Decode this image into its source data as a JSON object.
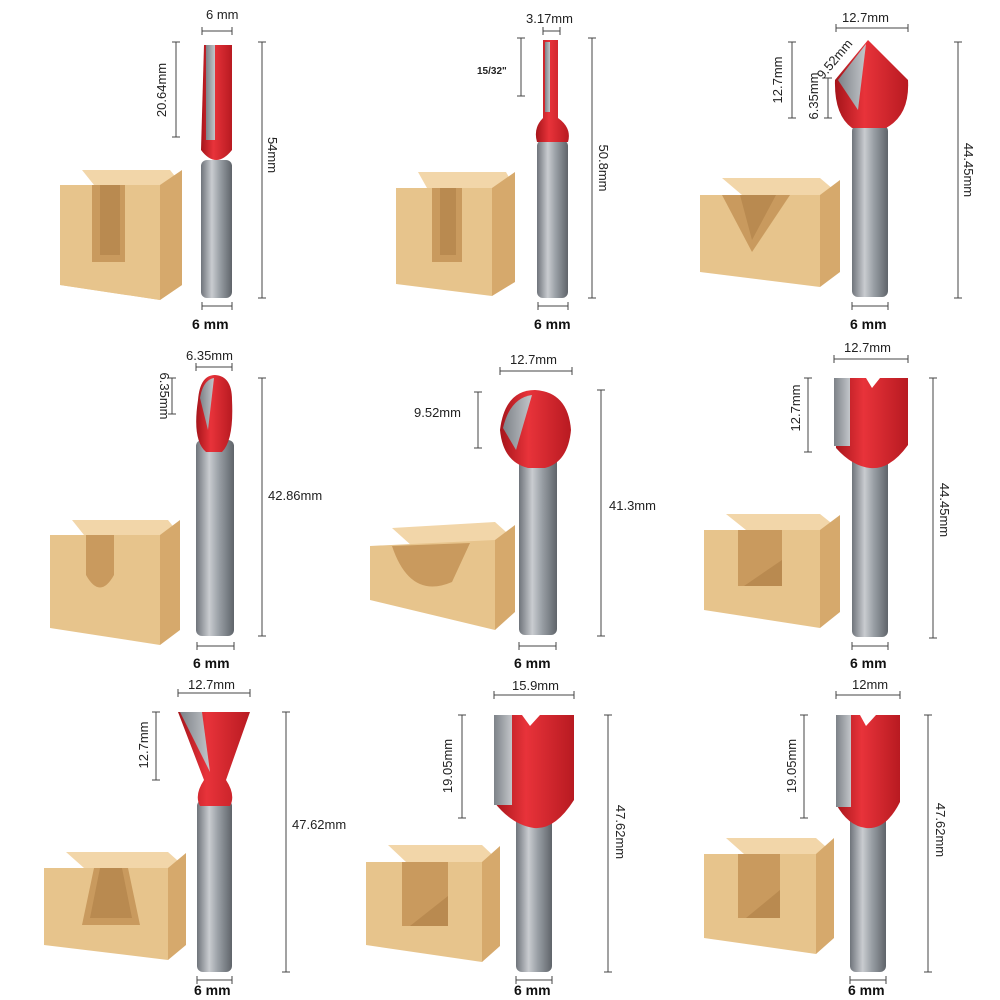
{
  "colors": {
    "background": "#ffffff",
    "cutter_red": "#d9232a",
    "shank_gray": "#8a8f96",
    "carbide_gray": "#9aa0a6",
    "wood_light": "#edcf9f",
    "wood_mid": "#dfb77e",
    "wood_dark": "#c99a5e",
    "dimension_line": "#444444"
  },
  "bits": [
    {
      "name": "straight-bit-6mm",
      "labels": {
        "width": "6 mm",
        "cut_height": "20.64mm",
        "total_length": "54mm",
        "shank": "6 mm"
      }
    },
    {
      "name": "straight-bit-3.17mm",
      "labels": {
        "width": "3.17mm",
        "cut_height": "15/32\"",
        "total_length": "50.8mm",
        "shank": "6 mm"
      }
    },
    {
      "name": "v-groove-bit",
      "labels": {
        "width": "12.7mm",
        "cut_height": "12.7mm",
        "extra_a": "9.52mm",
        "extra_b": "6.35mm",
        "total_length": "44.45mm",
        "shank": "6 mm"
      }
    },
    {
      "name": "core-box-bit-6.35mm",
      "labels": {
        "width": "6.35mm",
        "cut_height": "6.35mm",
        "total_length": "42.86mm",
        "shank": "6 mm"
      }
    },
    {
      "name": "round-nose-bit-12.7mm",
      "labels": {
        "width": "12.7mm",
        "cut_height": "9.52mm",
        "total_length": "41.3mm",
        "shank": "6 mm"
      }
    },
    {
      "name": "mortise-bit-12.7mm",
      "labels": {
        "width": "12.7mm",
        "cut_height": "12.7mm",
        "total_length": "44.45mm",
        "shank": "6 mm"
      }
    },
    {
      "name": "dovetail-bit",
      "labels": {
        "width": "12.7mm",
        "cut_height": "12.7mm",
        "total_length": "47.62mm",
        "shank": "6 mm"
      }
    },
    {
      "name": "straight-bit-15.9mm",
      "labels": {
        "width": "15.9mm",
        "cut_height": "19.05mm",
        "total_length": "47.62mm",
        "shank": "6 mm"
      }
    },
    {
      "name": "straight-bit-12mm",
      "labels": {
        "width": "12mm",
        "cut_height": "19.05mm",
        "total_length": "47.62mm",
        "shank": "6 mm"
      }
    }
  ]
}
